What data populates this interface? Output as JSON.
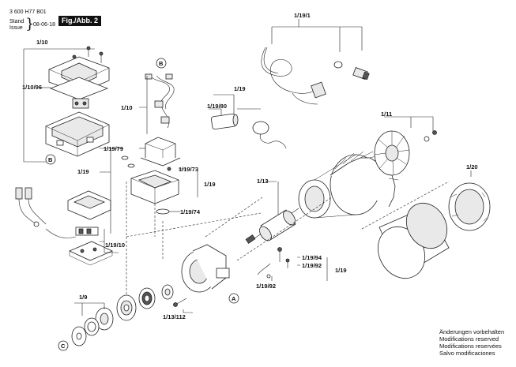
{
  "header": {
    "doc_number": "3 600 H77 B01",
    "stand_label": "Stand",
    "issue_label": "Issue",
    "date": "08-06-18",
    "figure": "Fig./Abb. 2"
  },
  "labels": {
    "p1_10": "1/10",
    "p1_10_96": "1/10/96",
    "p1_10_b": "1/10",
    "p1_19_79": "1/19/79",
    "p1_19_a": "1/19",
    "p1_19_73": "1/19/73",
    "p1_19_b": "1/19",
    "p1_19_74": "1/19/74",
    "p1_19_10": "1/19/10",
    "p1_19_1": "1/19/1",
    "p1_19_c": "1/19",
    "p1_19_80": "1/19/80",
    "p1_11": "1/11",
    "p1_20": "1/20",
    "p1_13": "1/13",
    "p1_19_94": "1/19/94",
    "p1_19_d": "1/19",
    "p1_19_92a": "1/19/92",
    "p1_19_92b": "1/19/92",
    "p1_9": "1/9",
    "p1_13_112": "1/13/112"
  },
  "markers": {
    "b_top": "B",
    "b_left": "B",
    "a": "A",
    "c": "C"
  },
  "footer_notes": [
    "Änderungen vorbehalten",
    "Modifications reserved",
    "Modifications reservées",
    "Salvo modificaciones"
  ]
}
